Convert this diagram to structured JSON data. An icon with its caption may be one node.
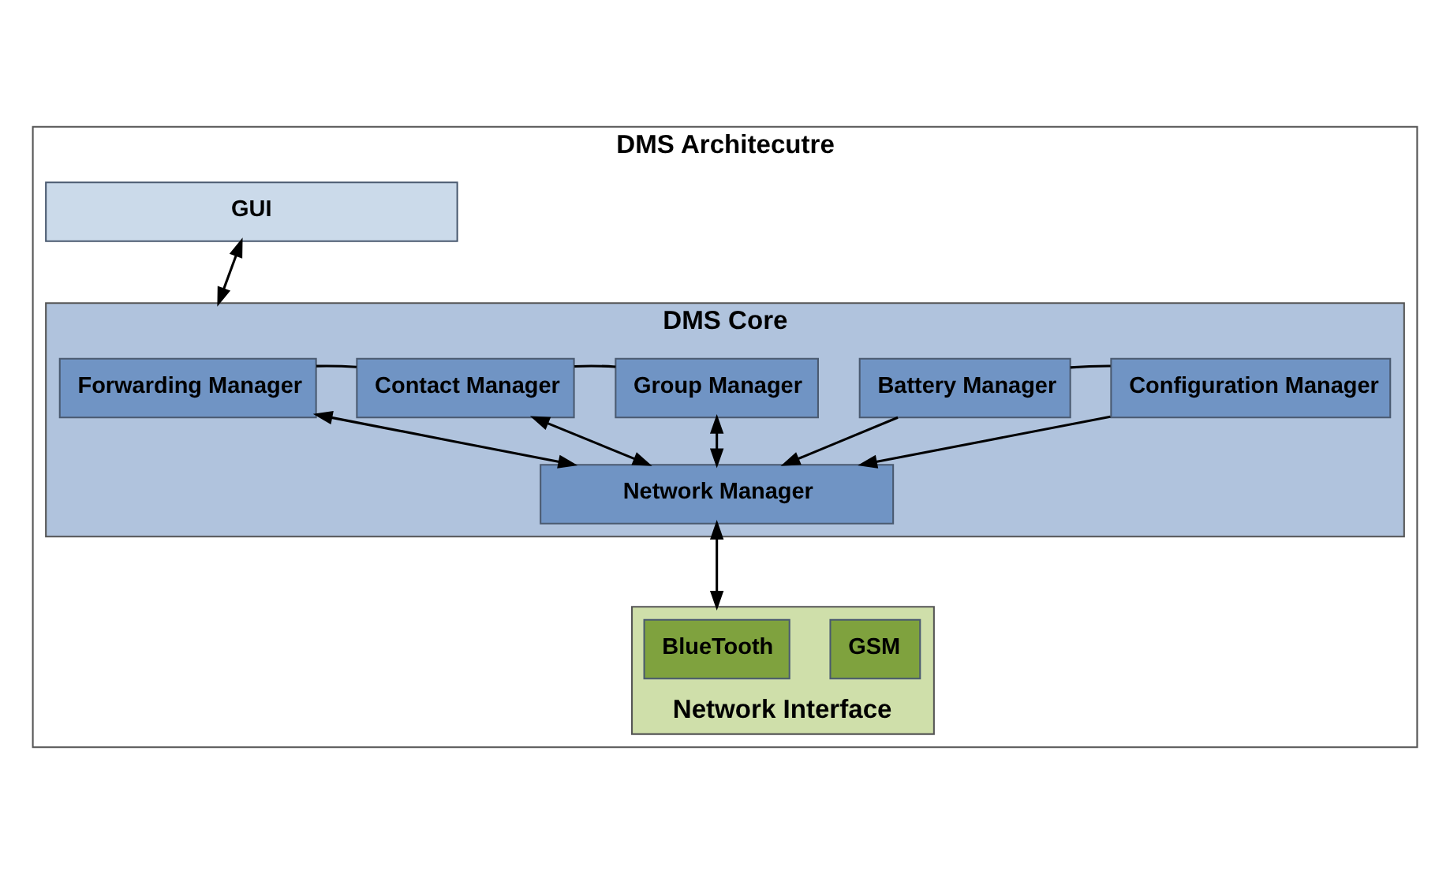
{
  "diagram": {
    "nodes": [
      {
        "text": [
          "DMS Architecutre"
        ]
      },
      {
        "text": [
          "GUI"
        ],
        "in": 0
      },
      {
        "text": [
          "DMS Core"
        ],
        "in": 0
      },
      {
        "text": [
          "Forwarding Manager"
        ],
        "in": 2
      },
      {
        "text": [
          "Contact Manager"
        ],
        "in": 2
      },
      {
        "text": [
          "Group Manager"
        ],
        "in": 2
      },
      {
        "text": [
          "Battery Manager"
        ],
        "in": 2
      },
      {
        "text": [
          "Configuration Manager"
        ],
        "in": 2
      },
      {
        "text": [
          "Network Manager"
        ],
        "in": 2
      },
      {
        "text": [
          "Network Interface"
        ],
        "in": 0
      },
      {
        "text": [
          "BlueTooth"
        ],
        "in": 9
      },
      {
        "text": [
          "GSM"
        ],
        "in": 9
      }
    ],
    "edges": [
      {
        "from": 1,
        "to": 2,
        "arrow": "both"
      },
      {
        "from": 3,
        "to": 4,
        "arrow": "none"
      },
      {
        "from": 4,
        "to": 5,
        "arrow": "none"
      },
      {
        "from": 6,
        "to": 7,
        "arrow": "none"
      },
      {
        "from": 3,
        "to": 8,
        "arrow": "both"
      },
      {
        "from": 4,
        "to": 8,
        "arrow": "both"
      },
      {
        "from": 5,
        "to": 8,
        "arrow": "both"
      },
      {
        "from": 6,
        "to": 8,
        "arrow": "to"
      },
      {
        "from": 7,
        "to": 8,
        "arrow": "to"
      },
      {
        "from": 8,
        "to": 9,
        "arrow": "both"
      }
    ]
  }
}
